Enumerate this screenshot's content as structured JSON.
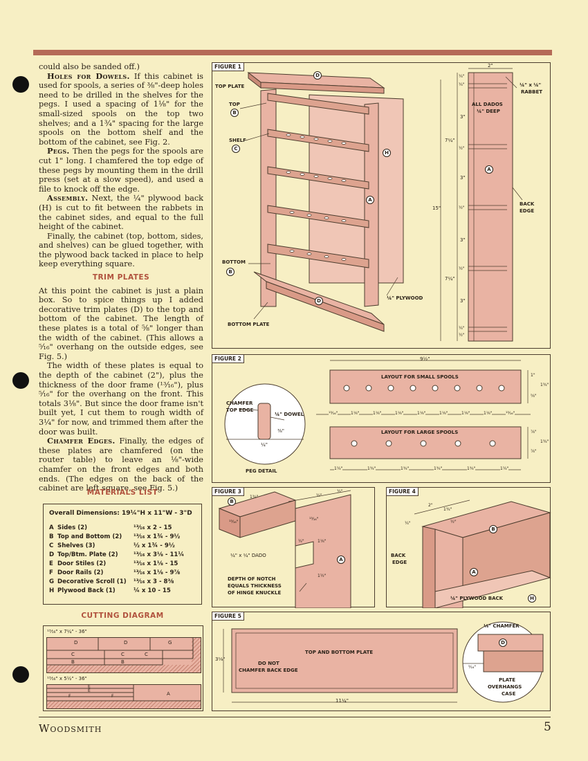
{
  "paragraphs": {
    "p0": "could also be sanded off.)",
    "p1_head": "Holes for Dowels.",
    "p1": " If this cabinet is used for spools, a series of ⅜\"-deep holes need to be drilled in the shelves for the pegs. I used a spacing of 1⅛\" for the small-sized spools on the top two shelves; and a 1¾\" spacing for the large spools on the bottom shelf and the bottom of the cabinet, see Fig. 2.",
    "p2_head": "Pegs.",
    "p2": " Then the pegs for the spools are cut 1\" long. I chamfered the top edge of these pegs by mounting them in the drill press (set at a slow speed), and used a file to knock off the edge.",
    "p3_head": "Assembly.",
    "p3": " Next, the ¼\" plywood back (H) is cut to fit between the rabbets in the cabinet sides, and equal to the full height of the cabinet.",
    "p4": "Finally, the cabinet (top, bottom, sides, and shelves) can be glued together, with the plywood back tacked in place to help keep everything square.",
    "trim_heading": "TRIM PLATES",
    "p5": "At this point the cabinet is just a plain box. So to spice things up I added decorative trim plates (D) to the top and bottom of the cabinet. The length of these plates is a total of ⅝\" longer than the width of the cabinet. (This allows a ⁵⁄₁₆\" overhang on the outside edges, see Fig. 5.)",
    "p6": "The width of these plates is equal to the depth of the cabinet (2\"), plus the thickness of the door frame (¹³⁄₁₆\"), plus ⁵⁄₁₆\" for the overhang on the front. This totals 3⅛\". But since the door frame isn't built yet, I cut them to rough width of 3¼\" for now, and trimmed them after the door was built.",
    "p7_head": "Chamfer Edges.",
    "p7": " Finally, the edges of these plates are chamfered (on the router table) to leave an ⅛\"-wide chamfer on the front edges and both ends. (The edges on the back of the cabinet are left square, see Fig. 5.)"
  },
  "materials": {
    "heading": "MATERIALS LIST",
    "overall": "Overall Dimensions: 19¼\"H x 11\"W - 3\"D",
    "items": [
      {
        "k": "A",
        "name": "Sides (2)",
        "dim": "¹³⁄₁₆ x 2 - 15"
      },
      {
        "k": "B",
        "name": "Top and Bottom (2)",
        "dim": "¹³⁄₁₆ x 1¾ - 9½"
      },
      {
        "k": "C",
        "name": "Shelves (3)",
        "dim": "½ x 1¾ - 9½"
      },
      {
        "k": "D",
        "name": "Top/Btm. Plate (2)",
        "dim": "¹³⁄₁₆ x 3⅛ - 11¼"
      },
      {
        "k": "E",
        "name": "Door Stiles (2)",
        "dim": "¹³⁄₁₆ x 1⅛ - 15"
      },
      {
        "k": "F",
        "name": "Door Rails (2)",
        "dim": "¹³⁄₁₆ x 1⅛ - 9⅞"
      },
      {
        "k": "G",
        "name": "Decorative Scroll (1)",
        "dim": "¹³⁄₁₆ x 3 - 8⅜"
      },
      {
        "k": "H",
        "name": "Plywood Back (1)",
        "dim": "¼ x 10 - 15"
      }
    ]
  },
  "cutting": {
    "heading": "CUTTING DIAGRAM",
    "board1": "¹³⁄₁₆\" x 7¼\" - 36\"",
    "board2": "¹³⁄₁₆\" x 5½\" - 36\"",
    "b1_labels": [
      "D",
      "D",
      "G",
      "C",
      "C",
      "C",
      "B",
      "B"
    ],
    "b2_labels": [
      "E",
      "E",
      "F",
      "F",
      "A"
    ]
  },
  "fig1": {
    "title": "FIGURE 1",
    "top_plate": "TOP PLATE",
    "top": "TOP",
    "shelf": "SHELF",
    "bottom": "BOTTOM",
    "bottom_plate": "BOTTOM PLATE",
    "plywood": "¼\" PLYWOOD",
    "all_dados": "ALL DADOS",
    "dados_deep": "¼\" DEEP",
    "rabbet": "¼\" x ¼\"",
    "rabbet2": "RABBET",
    "back_edge": "BACK",
    "back_edge2": "EDGE",
    "width": "2\"",
    "overall": "15\"",
    "dims": [
      "¼\"",
      "¼\"",
      "3\"",
      "7¼\"",
      "½\"",
      "3\"",
      "½\"",
      "3\"",
      "½\"",
      "7¼\"",
      "3\"",
      "¼\"",
      "½\""
    ],
    "letters": [
      "D",
      "B",
      "C",
      "B",
      "D",
      "H",
      "A",
      "A"
    ]
  },
  "fig2": {
    "title": "FIGURE 2",
    "chamfer": "CHAMFER",
    "chamfer2": "TOP EDGE",
    "dowel": "¼\" DOWEL",
    "peg_len": "⅜\"",
    "peg_w": "¼\"",
    "peg_detail": "PEG DETAIL",
    "total": "9½\"",
    "small": "LAYOUT FOR SMALL SPOOLS",
    "large": "LAYOUT FOR LARGE SPOOLS",
    "small_dims": [
      "¹³⁄₁₆\"",
      "1⅛\"",
      "1⅛\"",
      "1⅛\"",
      "1⅛\"",
      "1⅛\"",
      "1⅛\"",
      "1⅛\"",
      "¹³⁄₁₆\""
    ],
    "large_dims": [
      "1¼\"",
      "1¾\"",
      "1¾\"",
      "1¾\"",
      "1¾\"",
      "1¼\""
    ],
    "right_dims": [
      "1\"",
      "1¾\"",
      "⅝\"",
      "⅞\"",
      "1¾\"",
      "⅞\""
    ]
  },
  "fig3": {
    "title": "FIGURE 3",
    "dado": "¼\" x ¼\" DADO",
    "depth1": "DEPTH OF NOTCH",
    "depth2": "EQUALS THICKNESS",
    "depth3": "OF HINGE KNUCKLE",
    "dims": [
      "1¾\"",
      "¹³⁄₁₆\"",
      "¼\"",
      "½\"",
      "¹³⁄₁₆\"",
      "¼\"",
      "1⅛\"",
      "1½\""
    ],
    "letters": [
      "B",
      "A"
    ]
  },
  "fig4": {
    "title": "FIGURE 4",
    "back_edge": "BACK",
    "back_edge2": "EDGE",
    "plywood": "¼\" PLYWOOD BACK",
    "dims": [
      "2\"",
      "1¾\"",
      "¼\"",
      "½\""
    ],
    "letters": [
      "B",
      "A",
      "H"
    ]
  },
  "fig5": {
    "title": "FIGURE 5",
    "plate": "TOP AND BOTTOM PLATE",
    "no_chamfer": "DO NOT",
    "no_chamfer2": "CHAMFER BACK EDGE",
    "height": "3⅛\"",
    "length": "11¼\"",
    "chamfer": "⅛\" CHAMFER",
    "overhang": "⁵⁄₁₆\"",
    "plate_over": "PLATE",
    "plate_over2": "OVERHANGS",
    "plate_over3": "CASE",
    "letter": "D"
  },
  "footer": {
    "magazine": "Woodsmith",
    "page": "5"
  }
}
